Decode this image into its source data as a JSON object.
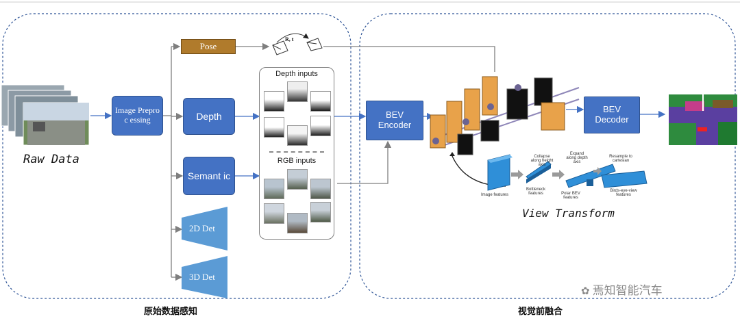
{
  "sections": {
    "left_caption": "原始数据感知",
    "right_caption": "视觉前融合"
  },
  "blocks": {
    "raw_data": "Raw Data",
    "image_preprocessing": "Image Preproc essing",
    "pose": "Pose",
    "depth": "Depth",
    "semantic": "Semant ic",
    "det2d": "2D Det",
    "det3d": "3D Det",
    "bev_encoder": "BEV Encoder",
    "bev_decoder": "BEV Decoder",
    "view_transform": "View Transform",
    "rt_label": "R, t"
  },
  "inputs_panel": {
    "depth_title": "Depth inputs",
    "rgb_title": "RGB inputs"
  },
  "view_transform_steps": {
    "image_features": "Image features",
    "bottleneck": "Bottleneck features",
    "polar_bev": "Polar BEV features",
    "birds_eye": "Birds-eye-view features",
    "collapse": "Collapse along height axis",
    "expand": "Expand along depth axis",
    "resample": "Resample to cartesian"
  },
  "watermark": "焉知智能汽车",
  "colors": {
    "block_fill": "#4472c4",
    "pose_fill": "#b07b2c",
    "dashed_border": "#2f5597",
    "arrow": "#7f7f7f",
    "encoder_orange": "#e8a24a"
  }
}
